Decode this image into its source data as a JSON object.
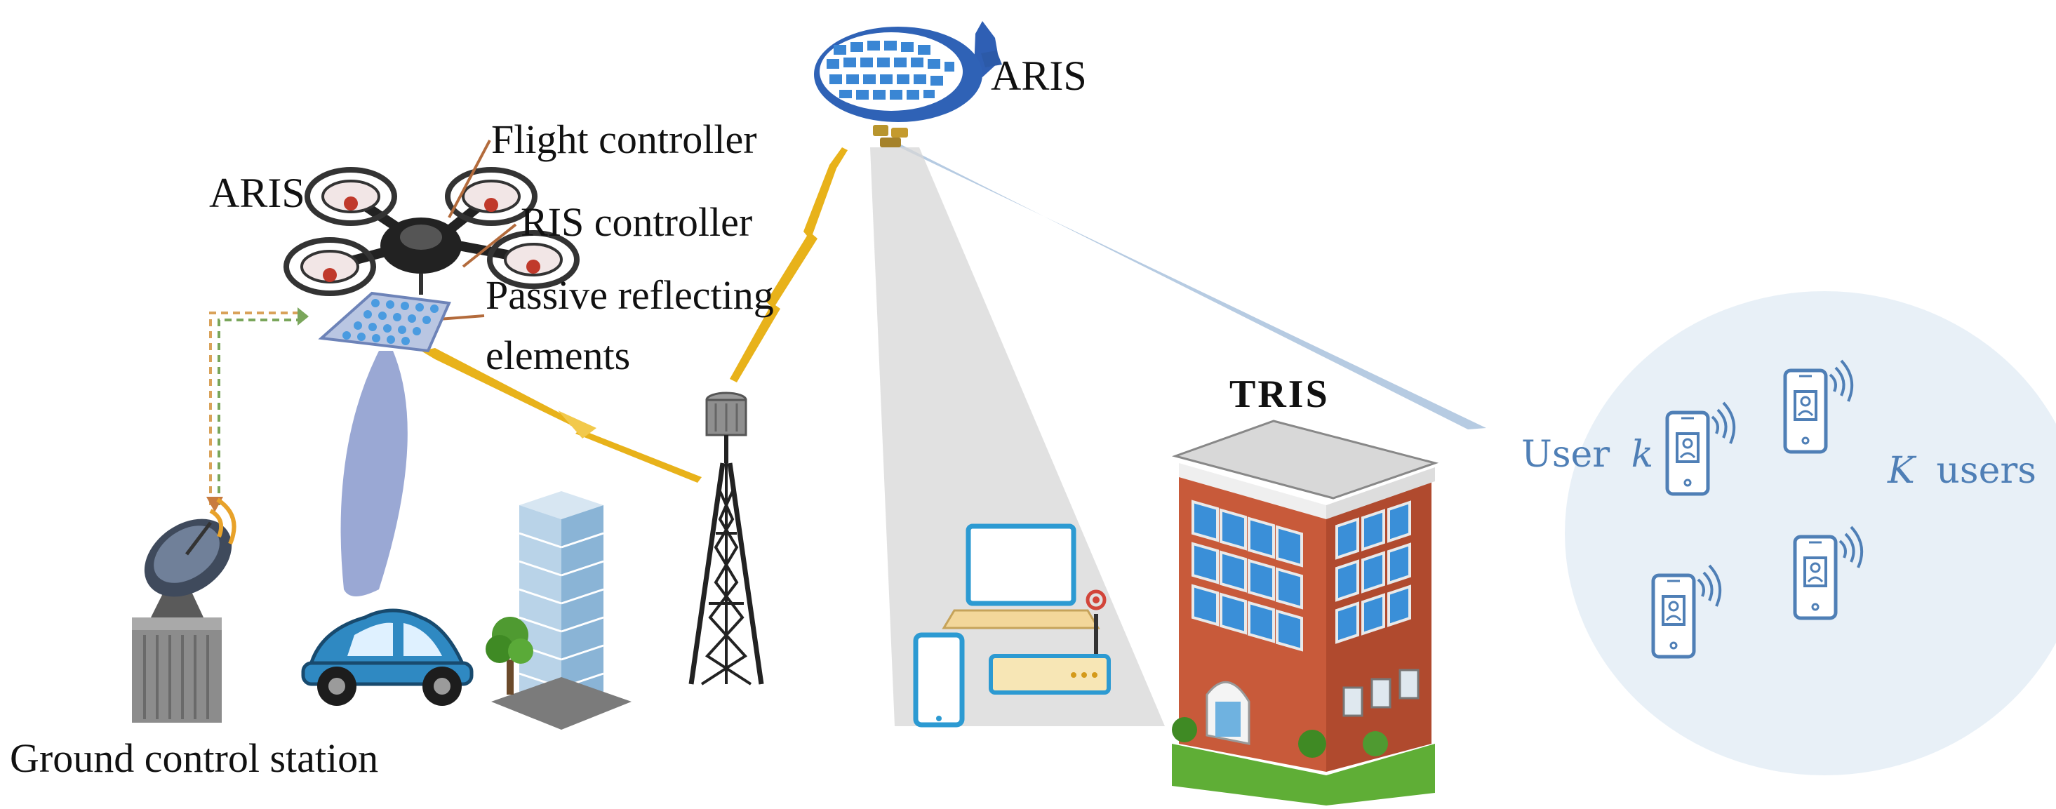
{
  "labels": {
    "aris_drone": "ARIS",
    "aris_airship": "ARIS",
    "flight_controller": "Flight controller",
    "ris_controller": "RIS controller",
    "passive_reflecting_line1": "Passive reflecting",
    "passive_reflecting_line2": "elements",
    "ground_control_station": "Ground control station",
    "tris": "TRIS",
    "user_k_prefix": "User",
    "user_k_var": "k",
    "k_users_var": "K",
    "k_users_suffix": "users"
  },
  "icons": [
    "airship-icon",
    "quadcopter-drone-icon",
    "ris-panel-icon",
    "satellite-dish-icon",
    "car-icon",
    "office-building-icon",
    "tree-icon",
    "cell-tower-icon",
    "laptop-icon",
    "tablet-icon",
    "router-icon",
    "tris-building-icon",
    "smartphone-icon"
  ],
  "colors": {
    "link": "#e3b21b",
    "beam": "#8f9fcf",
    "coverage": "#d9d9d9",
    "user_area": "#e6eef6",
    "user_blue": "#4f7fb6",
    "dashed_control": "#d9a25a",
    "building_brick": "#c65a3c",
    "window_blue": "#3e8fd6"
  }
}
